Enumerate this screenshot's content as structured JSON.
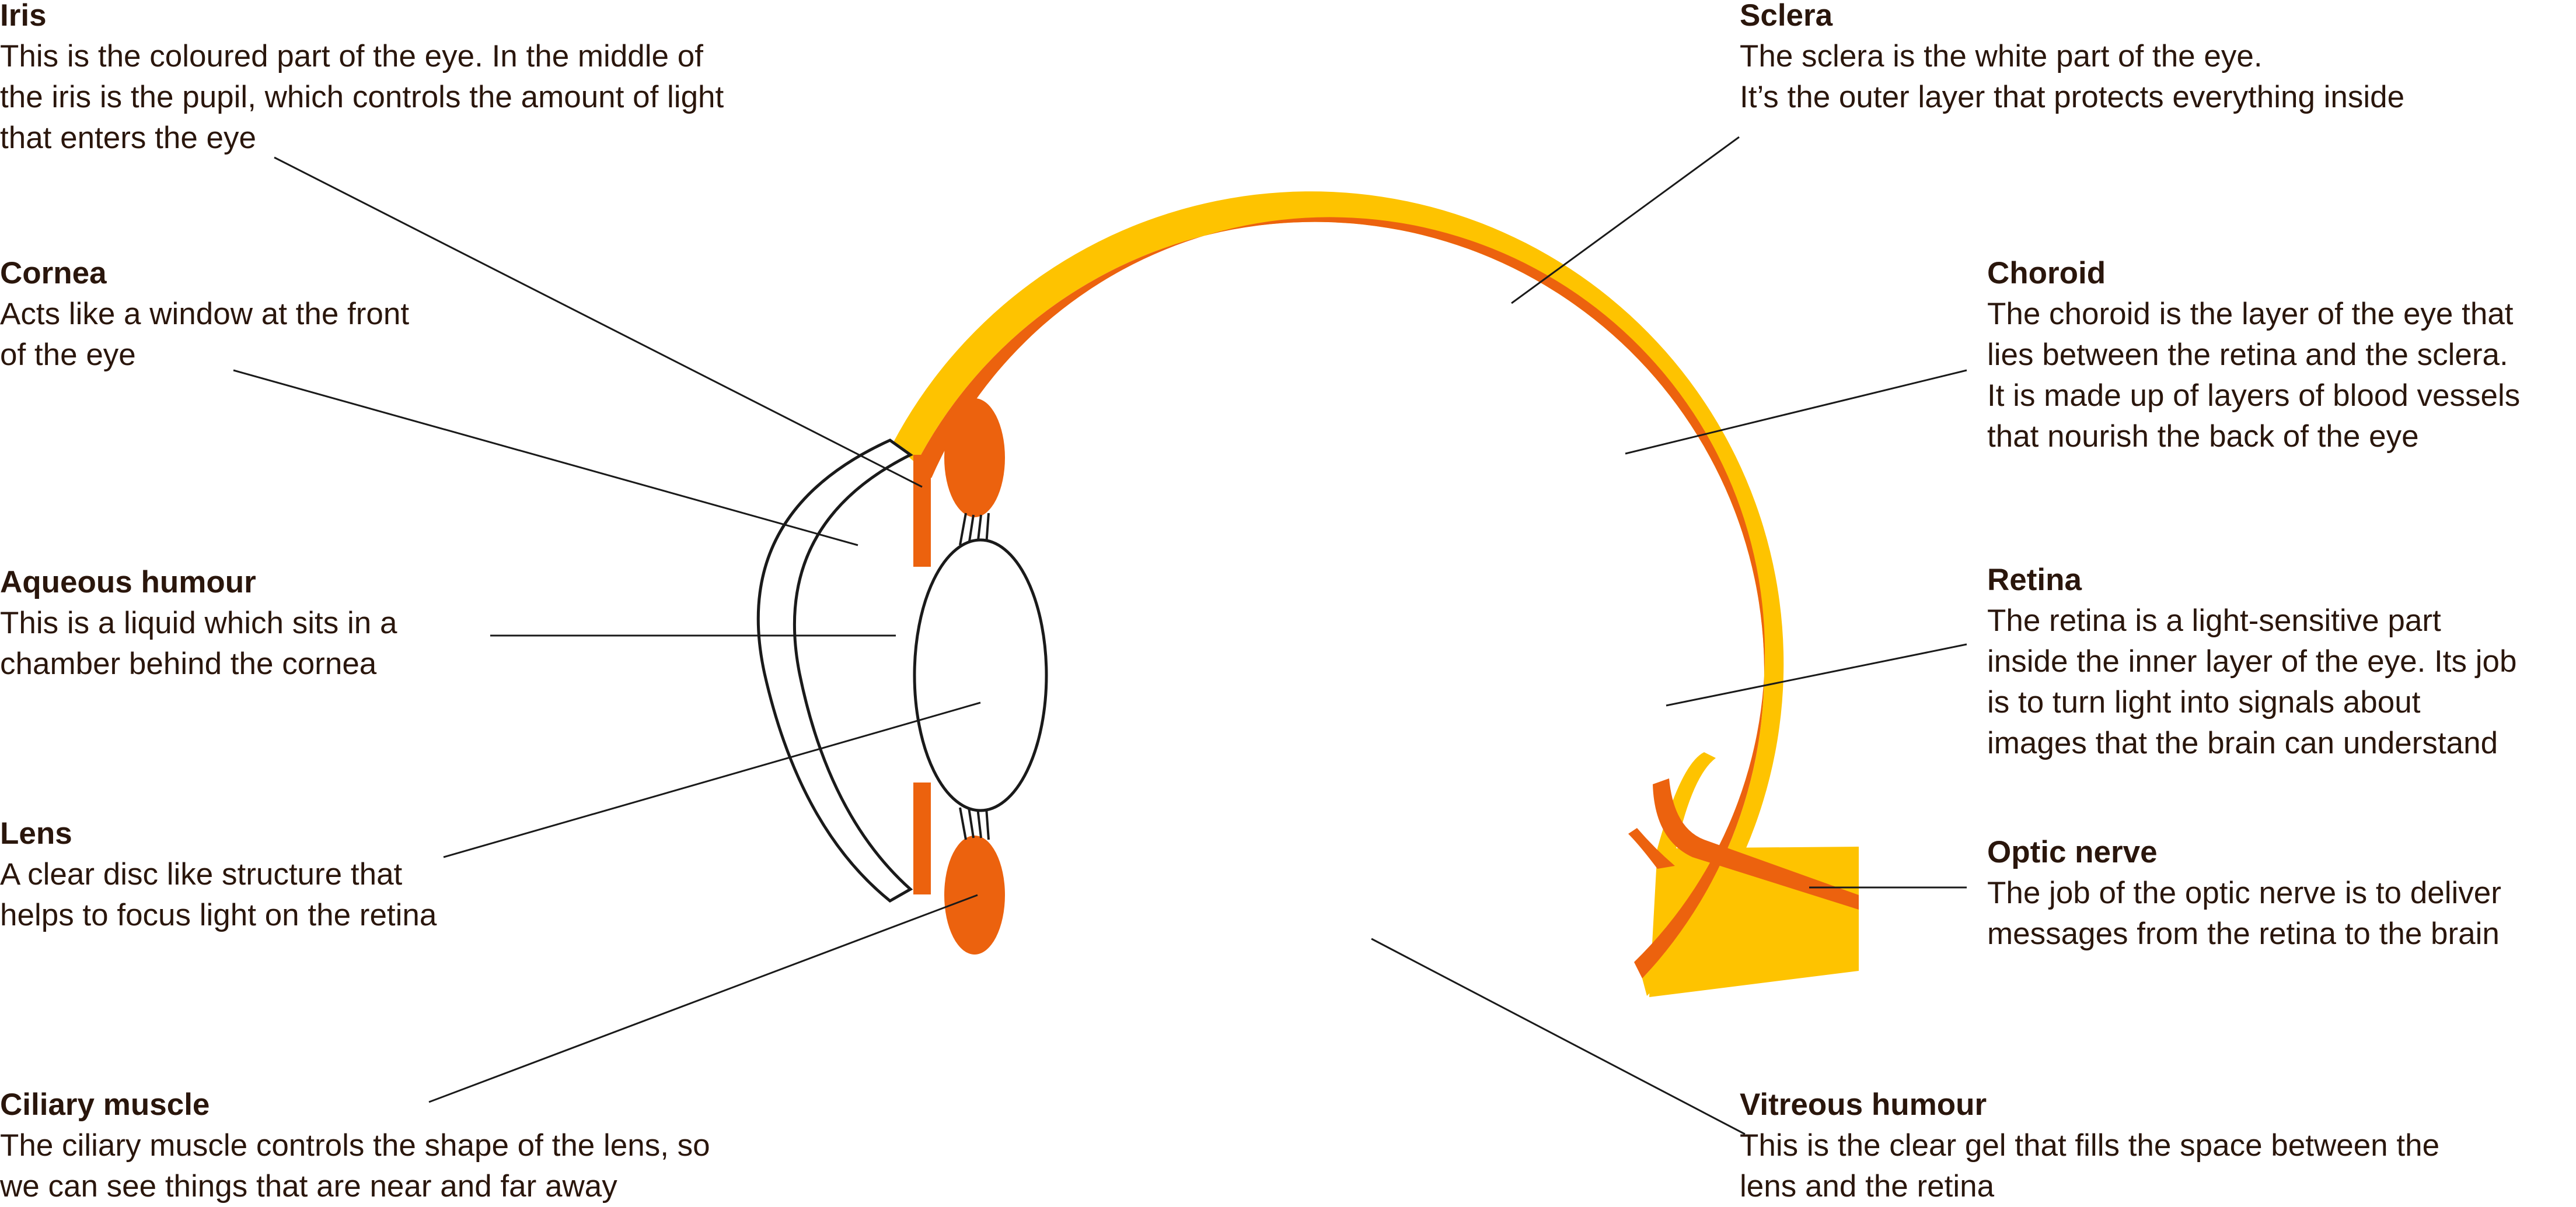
{
  "colors": {
    "sclera": "#fec300",
    "choroid": "#ec620e",
    "text": "#2a160c",
    "line": "#1a1a1a"
  },
  "labels": {
    "iris": {
      "title": "Iris",
      "desc": "This is the coloured part of the eye. In the middle of\nthe iris is the pupil, which controls the amount of light\nthat enters the eye"
    },
    "cornea": {
      "title": "Cornea",
      "desc": "Acts like a window at the front\nof the eye"
    },
    "aqueous": {
      "title": "Aqueous humour",
      "desc": "This is a liquid which sits in a\nchamber behind the cornea"
    },
    "lens": {
      "title": "Lens",
      "desc": "A clear disc like structure that\nhelps to focus light on the retina"
    },
    "ciliary": {
      "title": "Ciliary muscle",
      "desc": "The ciliary muscle controls the shape of the lens, so\nwe can see things that are near and far away"
    },
    "sclera": {
      "title": "Sclera",
      "desc": "The sclera is the white part of the eye.\nIt’s the outer layer that protects everything inside"
    },
    "choroid": {
      "title": "Choroid",
      "desc": "The choroid is the layer of the eye that\nlies between the retina and the sclera.\nIt is made up of layers of blood vessels\nthat nourish the back of the eye"
    },
    "retina": {
      "title": "Retina",
      "desc": "The retina is a light-sensitive part\ninside the inner layer of the eye. Its job\nis to turn light into signals about\nimages that the brain can understand"
    },
    "optic": {
      "title": "Optic nerve",
      "desc": "The job of the optic nerve is to deliver\nmessages from the retina to the brain"
    },
    "vitreous": {
      "title": "Vitreous humour",
      "desc": "This is the clear gel that fills the space between the\nlens and the retina"
    }
  }
}
